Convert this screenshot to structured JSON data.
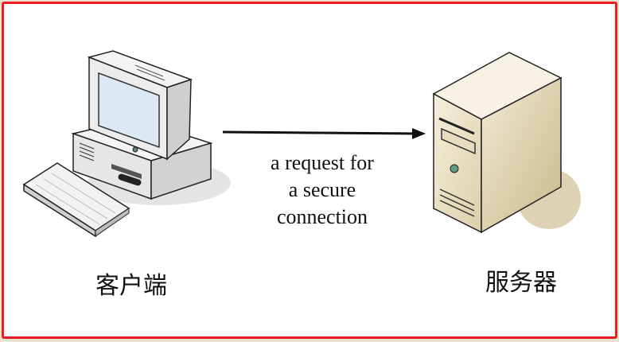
{
  "diagram": {
    "client": {
      "label": "客户端",
      "icon": "desktop-computer-icon"
    },
    "server": {
      "label": "服务器",
      "icon": "tower-server-icon"
    },
    "arrow": {
      "direction": "client-to-server",
      "label_lines": [
        "a request for",
        "a secure",
        "connection"
      ]
    }
  },
  "colors": {
    "frame": "#ed1c24",
    "server_body": "#e8dcc0",
    "monitor_screen": "#dce8f4"
  }
}
